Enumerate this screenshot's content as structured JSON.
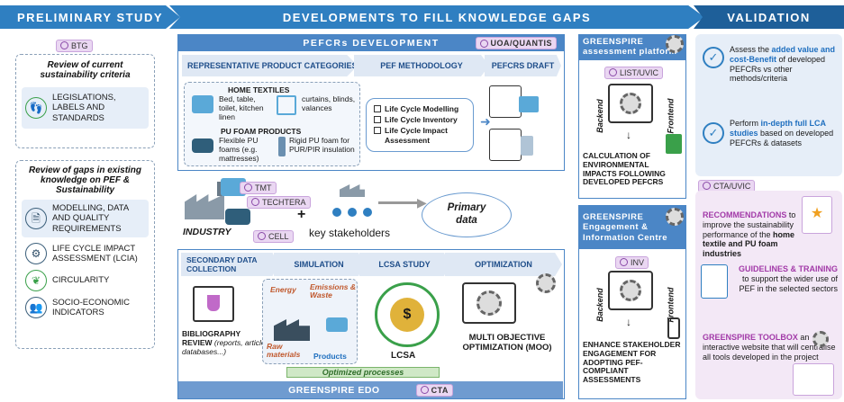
{
  "headers": {
    "preliminary": "PRELIMINARY STUDY",
    "developments": "DEVELOPMENTS TO FILL KNOWLEDGE GAPS",
    "validation": "VALIDATION"
  },
  "preliminary": {
    "tag": "BTG",
    "review1_title": "Review of current sustainability criteria",
    "review1_item": "LEGISLATIONS, LABELS AND STANDARDS",
    "review2_title": "Review of gaps in existing knowledge on PEF & Sustainability",
    "items": [
      "MODELLING, DATA AND QUALITY REQUIREMENTS",
      "LIFE CYCLE IMPACT ASSESSMENT (LCIA)",
      "CIRCULARITY",
      "SOCIO-ECONOMIC INDICATORS"
    ]
  },
  "pefcrs": {
    "title": "PEFCRs DEVELOPMENT",
    "tag": "UOA/QUANTIS",
    "col1": "REPRESENTATIVE PRODUCT CATEGORIES",
    "col2": "PEF METHODOLOGY",
    "col3": "PEFCRS DRAFT",
    "home_textiles": "HOME TEXTILES",
    "ht1": "Bed, table, toilet, kitchen linen",
    "ht2": "curtains, blinds, valances",
    "pu_foam": "PU FOAM PRODUCTS",
    "pu1": "Flexible PU foams (e.g. mattresses)",
    "pu2": "Rigid PU foam for PUR/PIR insulation",
    "methods": [
      "Life Cycle Modelling",
      "Life Cycle Inventory",
      "Life Cycle Impact Assessment"
    ]
  },
  "industry": {
    "label": "INDUSTRY",
    "tags": [
      "TMT",
      "TECHTERA",
      "CELL"
    ],
    "plus": "+",
    "stakeholders": "key stakeholders",
    "primary": "Primary data"
  },
  "edo": {
    "sec1": "SECONDARY DATA COLLECTION",
    "sec2": "SIMULATION",
    "sec3": "LCSA STUDY",
    "sec4": "OPTIMIZATION",
    "biblio_title": "BIBLIOGRAPHY REVIEW",
    "biblio_sub": "(reports, articles, databases...)",
    "energy": "Energy",
    "emissions": "Emissions & Waste",
    "raw": "Raw materials",
    "products": "Products",
    "lcsa": "LCSA",
    "moo": "MULTI OBJECTIVE OPTIMIZATION (MOO)",
    "optimized": "Optimized processes",
    "footer": "GREENSPIRE EDO",
    "tag": "CTA"
  },
  "platform": {
    "title": "GREENSPIRE assessment platform",
    "tag": "LIST/UVIC",
    "backend": "Backend",
    "frontend": "Frontend",
    "desc": "CALCULATION OF ENVIRONMENTAL IMPACTS FOLLOWING DEVELOPED PEFCRS"
  },
  "engagement": {
    "title": "GREENSPIRE Engagement & Information Centre",
    "tag": "INV",
    "backend": "Backend",
    "frontend": "Frontend",
    "desc": "ENHANCE STAKEHOLDER ENGAGEMENT FOR ADOPTING PEF-COMPLIANT ASSESSMENTS"
  },
  "validation": {
    "v1_pre": "Assess the ",
    "v1_bold": "added value and cost-Benefit",
    "v1_post": " of developed PEFCRs vs other methods/criteria",
    "v2_pre": "Perform ",
    "v2_bold": "in-depth full LCA studies",
    "v2_post": " based on developed PEFCRs & datasets",
    "tag": "CTA/UVIC",
    "rec_title": "RECOMMENDATIONS",
    "rec_text": "to improve the sustainability performance of the ",
    "rec_bold": "home textile and PU foam industries",
    "guide_title": "GUIDELINES & TRAINING",
    "guide_text": "to support the wider use of PEF in the selected sectors",
    "toolbox_title": "GREENSPIRE TOOLBOX",
    "toolbox_text": "an interactive website that will centralise all tools developed in the project"
  },
  "colors": {
    "primary_blue": "#2f7fc1",
    "dark_blue": "#1e5f99",
    "purple": "#a23aa8",
    "green": "#3aa04a"
  }
}
